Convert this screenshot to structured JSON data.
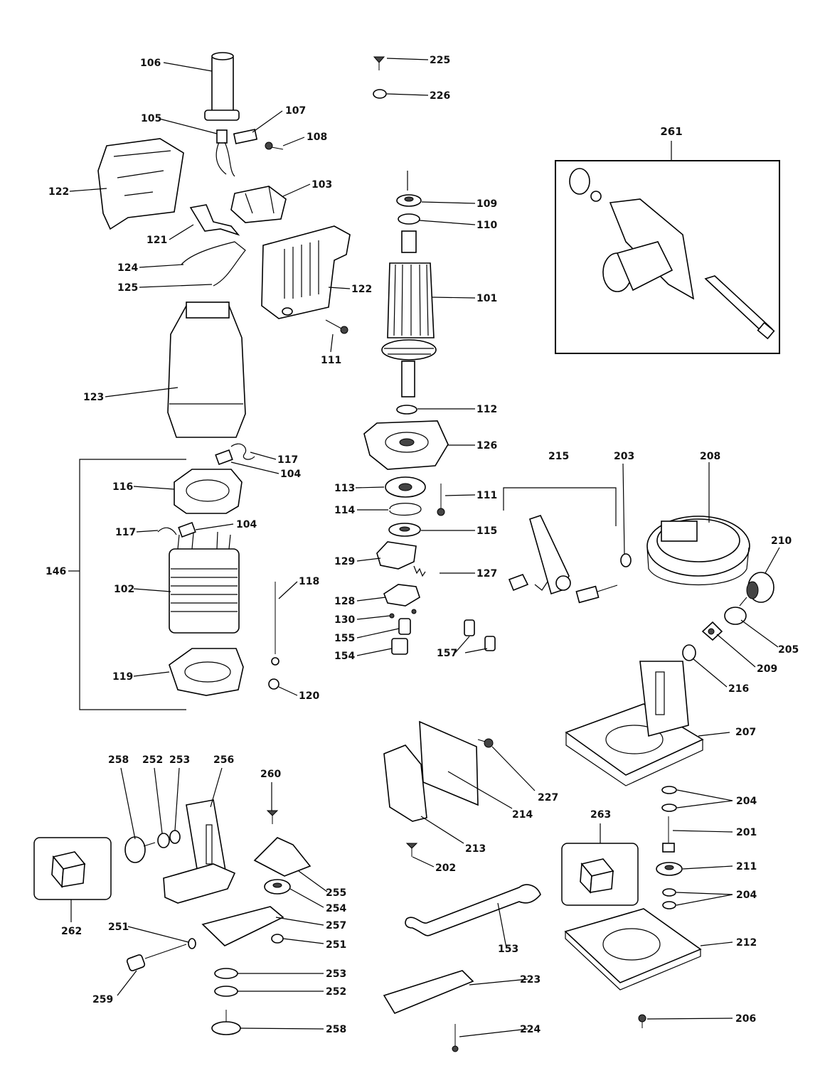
{
  "inset": {
    "label": "261"
  },
  "callouts": {
    "c225": "225",
    "c226": "226",
    "c106": "106",
    "c105": "105",
    "c107": "107",
    "c108": "108",
    "c122a": "122",
    "c103": "103",
    "c121": "121",
    "c124": "124",
    "c125": "125",
    "c122b": "122",
    "c111a": "111",
    "c123": "123",
    "c117a": "117",
    "c104a": "104",
    "c116": "116",
    "c117b": "117",
    "c104b": "104",
    "c146": "146",
    "c102": "102",
    "c118": "118",
    "c119": "119",
    "c120": "120",
    "c109": "109",
    "c110": "110",
    "c101": "101",
    "c112": "112",
    "c126": "126",
    "c113": "113",
    "c111b": "111",
    "c114": "114",
    "c115": "115",
    "c129": "129",
    "c127": "127",
    "c128": "128",
    "c130": "130",
    "c155": "155",
    "c154": "154",
    "c157": "157",
    "c215": "215",
    "c203": "203",
    "c208": "208",
    "c210": "210",
    "c205": "205",
    "c209": "209",
    "c216": "216",
    "c207": "207",
    "c227": "227",
    "c214": "214",
    "c213": "213",
    "c202": "202",
    "c204a": "204",
    "c201": "201",
    "c263": "263",
    "c211": "211",
    "c204b": "204",
    "c212": "212",
    "c153": "153",
    "c223": "223",
    "c224": "224",
    "c206": "206",
    "c258a": "258",
    "c252a": "252",
    "c253a": "253",
    "c256": "256",
    "c260": "260",
    "c262": "262",
    "c255": "255",
    "c254": "254",
    "c257": "257",
    "c251a": "251",
    "c251b": "251",
    "c253b": "253",
    "c252b": "252",
    "c259": "259",
    "c258b": "258"
  }
}
